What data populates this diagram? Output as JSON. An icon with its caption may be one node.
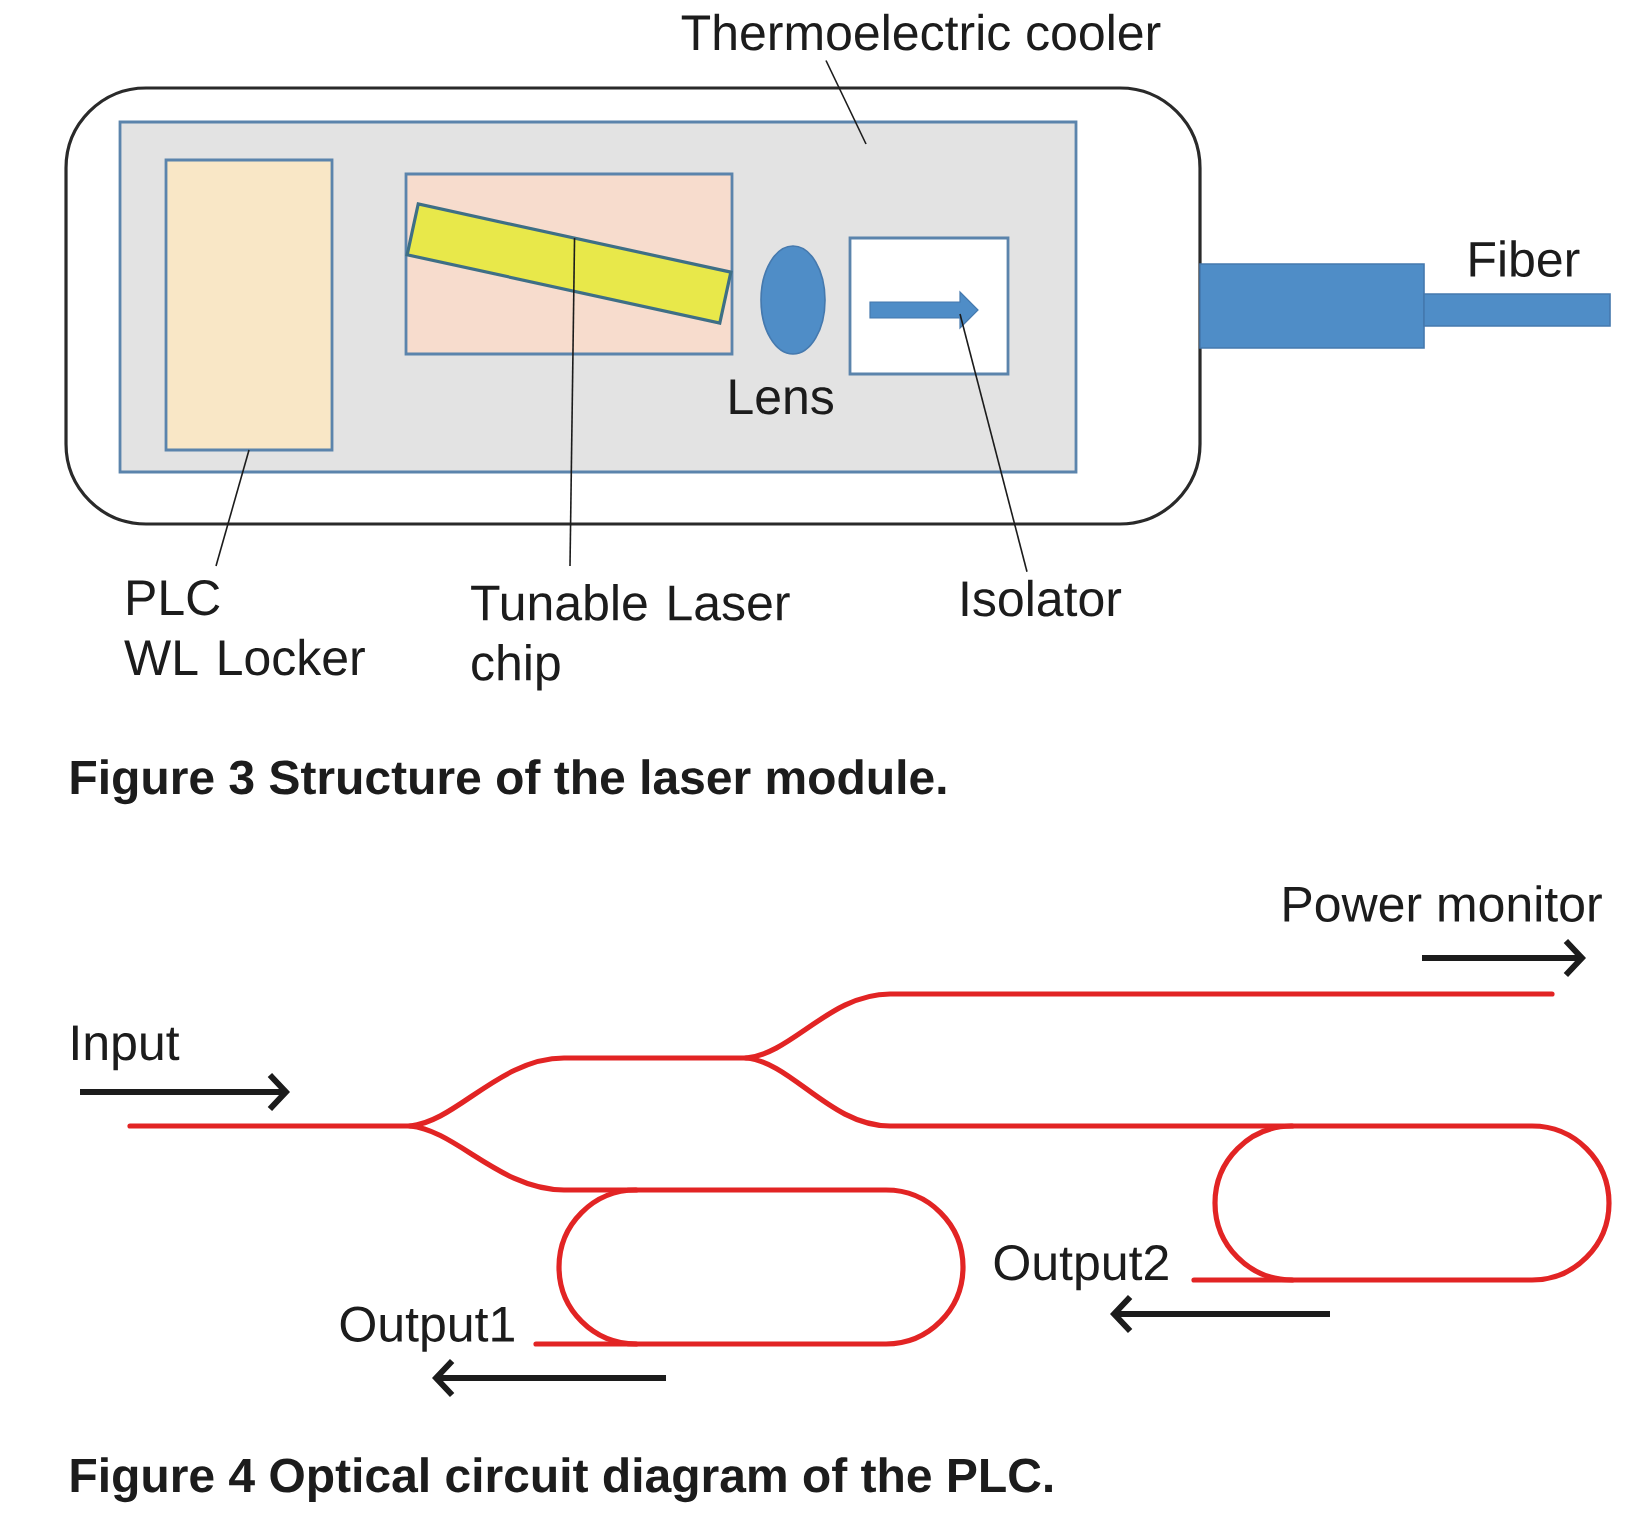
{
  "diagram": {
    "nodes": [
      {
        "text": [
          "Thermoelectric cooler"
        ]
      },
      {
        "text": [],
        "shape": "box"
      },
      {
        "text": [],
        "shape": "box",
        "in": 1
      },
      {
        "text": [],
        "shape": "box",
        "in": 2
      },
      {
        "text": [],
        "shape": "box",
        "in": 2
      },
      {
        "text": [],
        "shape": "bar",
        "in": 4
      },
      {
        "text": [],
        "shape": "ellipse",
        "in": 2,
        "beside": [
          "Lens"
        ]
      },
      {
        "text": [],
        "shape": "box",
        "in": 2
      },
      {
        "text": [],
        "shape": "cable",
        "beside": [
          "Fiber"
        ]
      },
      {
        "text": [
          "PLC WL Locker"
        ]
      },
      {
        "text": [
          "Tunable Laser chip"
        ]
      },
      {
        "text": [
          "Isolator"
        ]
      }
    ],
    "edges": [
      {
        "from": 0,
        "to": 2,
        "arrow": "none"
      },
      {
        "from": 9,
        "to": 3,
        "arrow": "none"
      },
      {
        "from": 10,
        "to": 5,
        "arrow": "none"
      },
      {
        "from": 11,
        "to": 7,
        "arrow": "none"
      }
    ],
    "labels": [
      "Figure 3 Structure of the laser module.",
      "Power monitor",
      "Input",
      "Output2",
      "Output1",
      "Figure 4 Optical circuit diagram of the PLC."
    ]
  }
}
